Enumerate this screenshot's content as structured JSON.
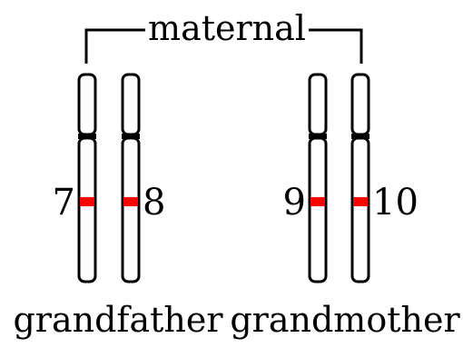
{
  "bracket": {
    "label": "maternal"
  },
  "chromosomes": [
    {
      "number": "7",
      "label_side": "left",
      "band_color": "#ff0000"
    },
    {
      "number": "8",
      "label_side": "right",
      "band_color": "#ff0000"
    },
    {
      "number": "9",
      "label_side": "left",
      "band_color": "#ff0000"
    },
    {
      "number": "10",
      "label_side": "right",
      "band_color": "#ff0000"
    }
  ],
  "captions": {
    "left": "grandfather",
    "right": "grandmother"
  },
  "colors": {
    "outline": "#000000",
    "band": "#ff0000",
    "background": "#ffffff"
  }
}
